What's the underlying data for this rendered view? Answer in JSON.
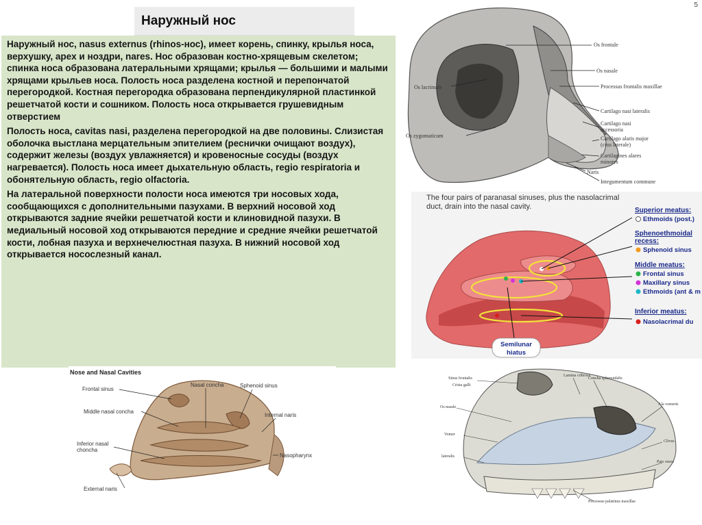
{
  "slide_number": "5",
  "title": "Наружный нос",
  "paragraphs": [
    "Наружный нос, nasus externus (rhinos-нос), имеет корень, спинку, крылья носа, верхушку, apex и ноздри, nares. Нос образован костно-хрящевым скелетом; спинка носа образована латеральными хрящами; крылья — большими и малыми хрящами крыльев носа. Полость носа разделена костной и перепончатой перегородкой. Костная перегородка образована перпендикулярной пластинкой решетчатой кости и сошником. Полость носа открывается грушевидным отверстием",
    "Полость носа, cavitas nasi, разделена перегородкой на две половины. Слизистая оболочка выстлана мерцательным эпителием (реснички очищают воздух), содержит железы (воздух увлажняется) и кровеносные сосуды (воздух нагревается). Полость носа имеет дыхательную область, regio respiratoria и обонятельную область, regio olfactoria.",
    "На латеральной поверхности полости носа имеются три носовых хода, сообщающихся с дополнительными пазухами. В верхний носовой ход открываются задние ячейки решетчатой кости и клиновидной пазухи. В медиальный носовой ход открываются передние и средние ячейки решетчатой кости, лобная пазуха и верхнечелюстная пазуха. В нижний носовой ход открывается носослезный канал."
  ],
  "nose_figure": {
    "labels": {
      "frontale": "Os frontale",
      "nasale": "Os nasale",
      "lacrimale": "Os lacrimale",
      "processus": "Processus frontalis maxillae",
      "cart_lat": "Cartilago nasi lateralis",
      "cart_acc1": "Cartilago nasi",
      "cart_acc2": "accessoria",
      "zygomaticum": "Os zygomaticum",
      "alaris1": "Cartilago alaris major",
      "alaris2": "(crus laterale)",
      "alares1": "Cartilagines alares",
      "alares2": "minores",
      "naris": "Naris",
      "integumentum": "Integumentum commune"
    }
  },
  "sinus_figure": {
    "caption_line1": "The four pairs of paranasal sinuses, plus the nasolacrimal",
    "caption_line2": "duct, drain into the nasal cavity.",
    "superior_meatus": "Superior meatus:",
    "ethmoids_post": "Ethmoids (post.)",
    "spheno_1": "Sphenoethmoidal",
    "spheno_2": "recess:",
    "sphenoid_sinus": "Sphenoid sinus",
    "middle_meatus": "Middle meatus:",
    "frontal_sinus": "Frontal sinus",
    "maxillary_sinus": "Maxillary sinus",
    "ethmoids_ant": "Ethmoids (ant & m",
    "inferior_meatus": "Inferior meatus:",
    "nasolacrimal": "Nasolacrimal du",
    "semilunar_1": "Semilunar",
    "semilunar_2": "hiatus",
    "colors": {
      "ethmoids_post": "#ffffff",
      "sphenoid": "#f39a1e",
      "frontal": "#2bb34a",
      "maxillary": "#d233d8",
      "ethmoids_ant": "#1fb7c9",
      "nasolacrimal": "#d9201e",
      "mucosa": "#e36a6a",
      "outline": "#f2e23a"
    }
  },
  "cavity_figure": {
    "title": "Nose and Nasal Cavities",
    "frontal_sinus": "Frontal sinus",
    "nasal_concha": "Nasal concha",
    "sphenoid_sinus": "Sphenoid sinus",
    "middle_concha": "Middle nasal concha",
    "internal_naris": "Internal naris",
    "inferior_1": "Inferior nasal",
    "inferior_2": "choncha",
    "nasopharynx": "Nasopharynx",
    "external_naris": "External naris"
  },
  "skeleton_figure": {
    "labels": {
      "sinus_frontalis": "Sinus frontalis",
      "crista_galli": "Crista galli",
      "lamina_cribrosa": "Lamina cribrosa",
      "concha_sphenoidalis": "Concha sphenoidalis",
      "os_nasale": "Os nasale",
      "ala_vomeris": "Ala vomeris",
      "vomer": "Vomer",
      "clivus": "Clivus",
      "lateralis": "lateralis",
      "pars_ossea": "Pars ossea",
      "processus_palatinus": "Processus palatinus maxillae"
    }
  }
}
